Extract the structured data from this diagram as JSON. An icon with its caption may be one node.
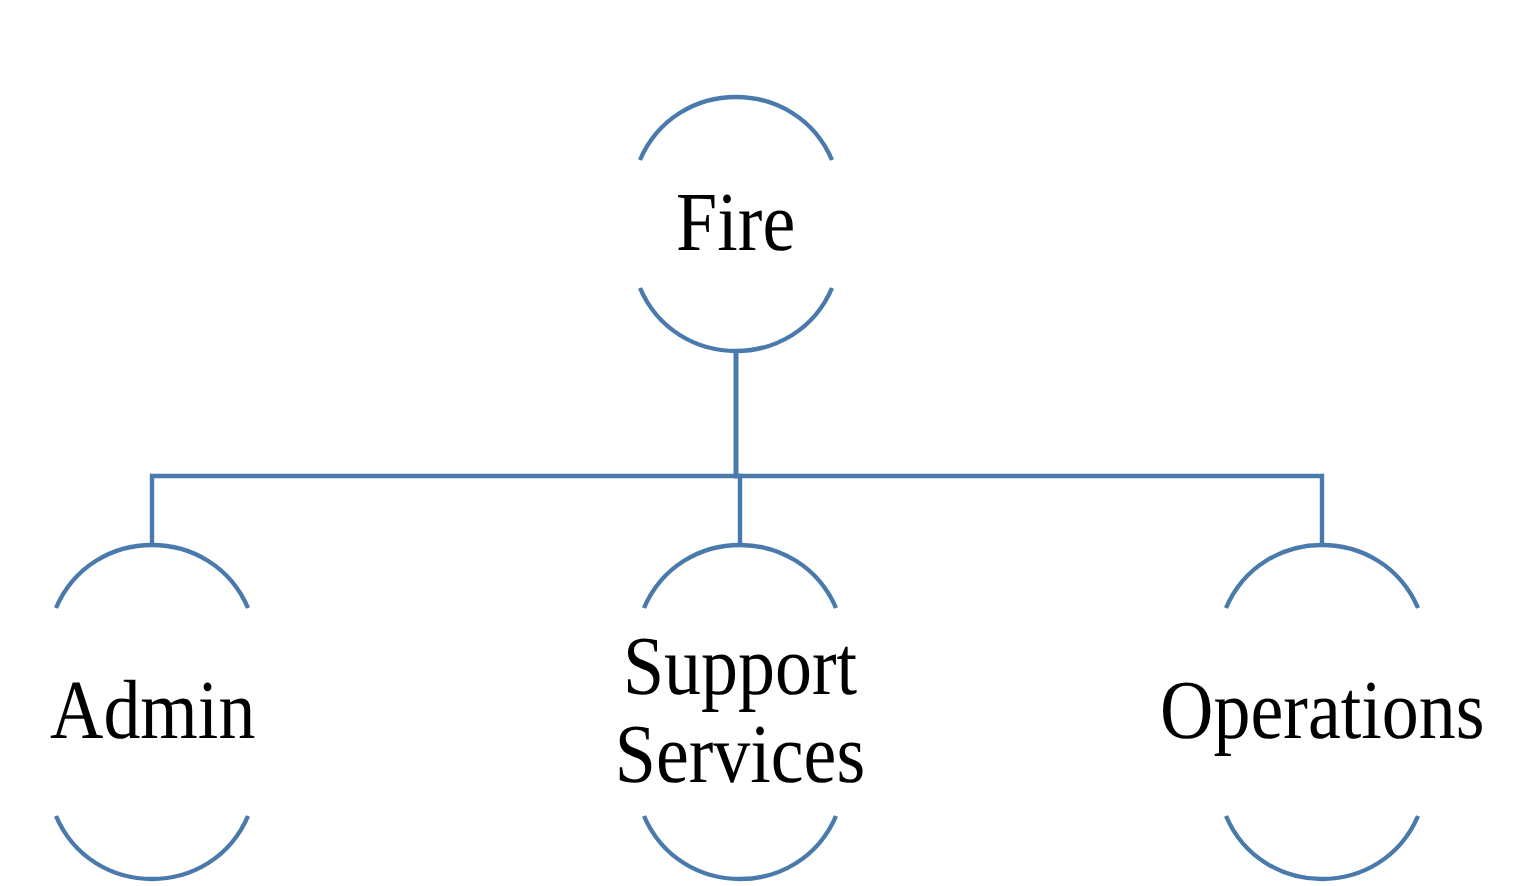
{
  "diagram": {
    "nodes": [
      {
        "text": [
          "Fire"
        ]
      },
      {
        "text": [
          "Admin"
        ]
      },
      {
        "text": [
          "Support Services"
        ]
      },
      {
        "text": [
          "Operations"
        ]
      }
    ],
    "edges": [
      {
        "from": 0,
        "to": 1,
        "arrow": "none"
      },
      {
        "from": 0,
        "to": 2,
        "arrow": "none"
      },
      {
        "from": 0,
        "to": 3,
        "arrow": "none"
      }
    ]
  }
}
